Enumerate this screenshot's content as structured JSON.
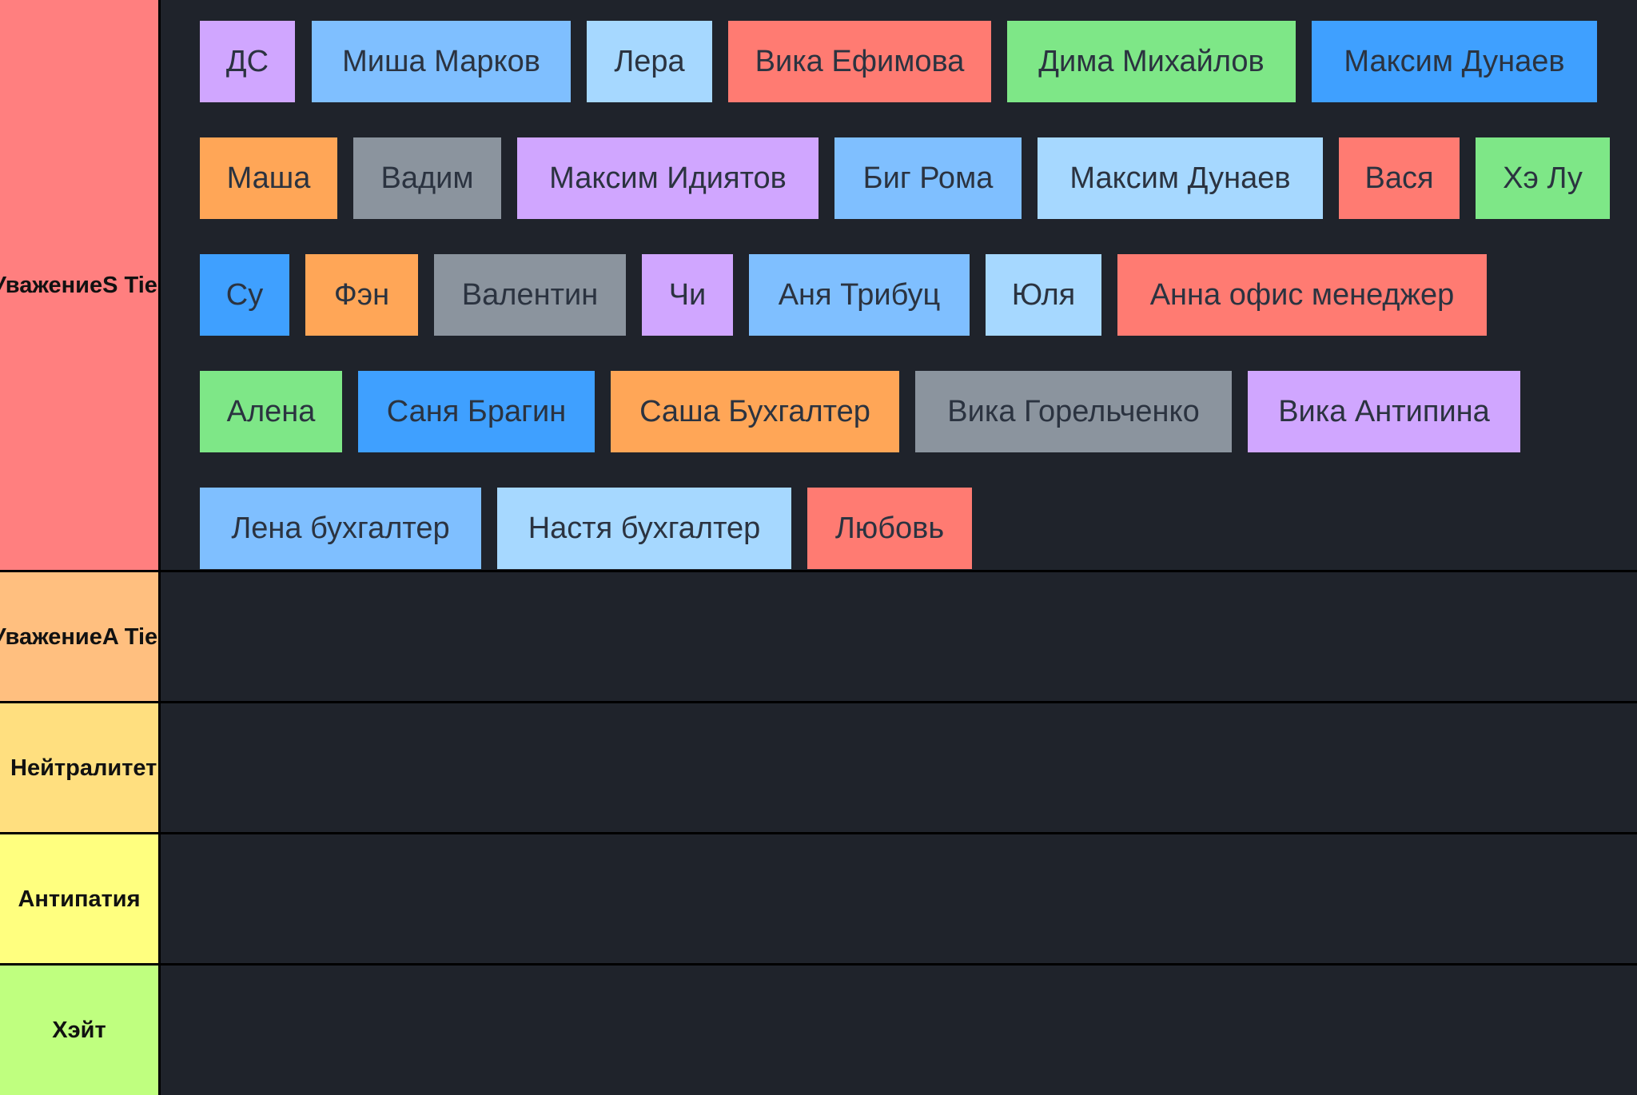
{
  "tiers": [
    {
      "id": "s",
      "label_line1": "Уважение",
      "label_line2": "S Tier",
      "color": "#ff7f7f",
      "items": [
        {
          "name": "ДС",
          "color": "#d0a6ff"
        },
        {
          "name": "Миша Марков",
          "color": "#7fbfff"
        },
        {
          "name": "Лера",
          "color": "#a6d8ff"
        },
        {
          "name": "Вика Ефимова",
          "color": "#ff7b72"
        },
        {
          "name": "Дима Михайлов",
          "color": "#7ee787"
        },
        {
          "name": "Максим Дунаев",
          "color": "#3fa0ff"
        },
        {
          "name": "Маша",
          "color": "#ffa657"
        },
        {
          "name": "Вадим",
          "color": "#8b949e"
        },
        {
          "name": "Максим Идиятов",
          "color": "#d0a6ff"
        },
        {
          "name": "Биг Рома",
          "color": "#7fbfff"
        },
        {
          "name": "Максим Дунаев",
          "color": "#a6d8ff"
        },
        {
          "name": "Вася",
          "color": "#ff7b72"
        },
        {
          "name": "Хэ Лу",
          "color": "#7ee787"
        },
        {
          "name": "Су",
          "color": "#3fa0ff"
        },
        {
          "name": "Фэн",
          "color": "#ffa657"
        },
        {
          "name": "Валентин",
          "color": "#8b949e"
        },
        {
          "name": "Чи",
          "color": "#d0a6ff"
        },
        {
          "name": "Аня Трибуц",
          "color": "#7fbfff"
        },
        {
          "name": "Юля",
          "color": "#a6d8ff"
        },
        {
          "name": "Анна офис менеджер",
          "color": "#ff7b72"
        },
        {
          "name": "Алена",
          "color": "#7ee787"
        },
        {
          "name": "Саня Брагин",
          "color": "#3fa0ff"
        },
        {
          "name": "Саша Бухгалтер",
          "color": "#ffa657"
        },
        {
          "name": "Вика Горельченко",
          "color": "#8b949e"
        },
        {
          "name": "Вика Антипина",
          "color": "#d0a6ff"
        },
        {
          "name": "Лена бухгалтер",
          "color": "#7fbfff"
        },
        {
          "name": "Настя бухгалтер",
          "color": "#a6d8ff"
        },
        {
          "name": "Любовь",
          "color": "#ff7b72"
        }
      ]
    },
    {
      "id": "a",
      "label_line1": "Уважение",
      "label_line2": "A Tier",
      "color": "#ffbf7f",
      "items": []
    },
    {
      "id": "neutral",
      "label_line1": "Нейтралитет",
      "label_line2": "",
      "color": "#ffdf7f",
      "items": []
    },
    {
      "id": "antipathy",
      "label_line1": "Антипатия",
      "label_line2": "",
      "color": "#ffff7f",
      "items": []
    },
    {
      "id": "hate",
      "label_line1": "Хэйт",
      "label_line2": "",
      "color": "#bfff7f",
      "items": []
    }
  ]
}
